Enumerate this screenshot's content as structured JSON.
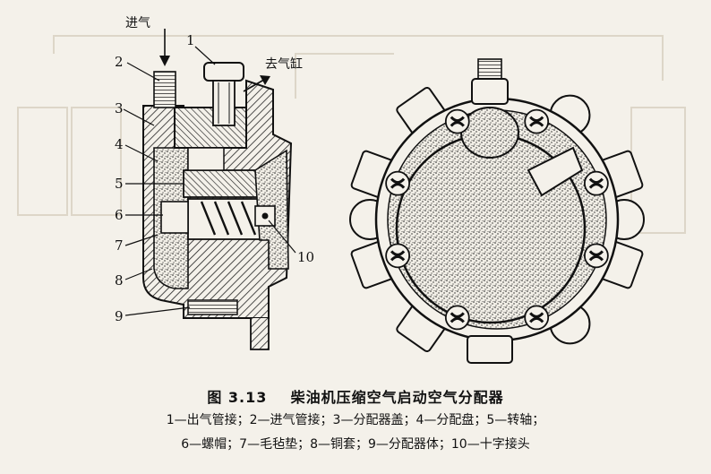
{
  "labels": {
    "intake": "进气",
    "to_cylinder": "去气缸",
    "n1": "1",
    "n2": "2",
    "n3": "3",
    "n4": "4",
    "n5": "5",
    "n6": "6",
    "n7": "7",
    "n8": "8",
    "n9": "9",
    "n10": "10"
  },
  "caption": {
    "figure": "图 3.13",
    "title": "柴油机压缩空气启动空气分配器",
    "legend_line1": "1—出气管接；2—进气管接；3—分配器盖；4—分配盘；5—转轴；",
    "legend_line2": "6—螺帽；7—毛毡垫；8—铜套；9—分配器体；10—十字接头"
  }
}
